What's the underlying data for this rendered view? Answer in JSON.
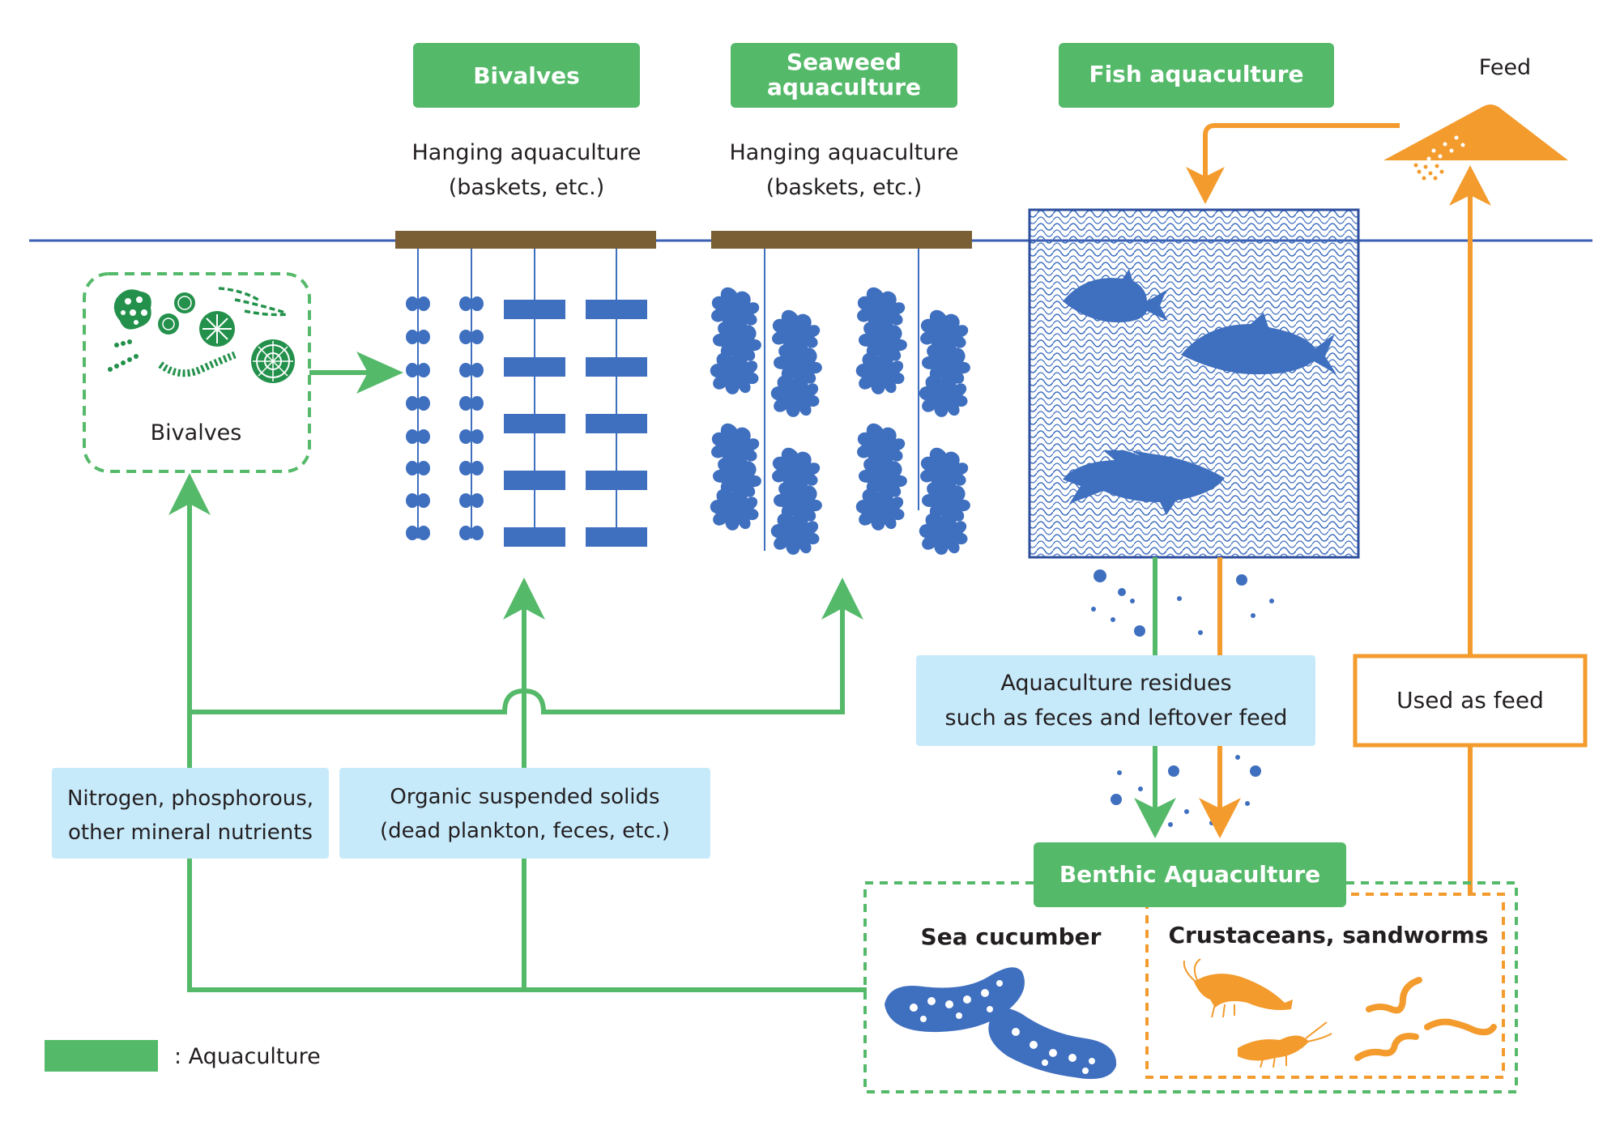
{
  "colors": {
    "green": "#55b96a",
    "dark_green": "#23914b",
    "blue": "#3f6fbf",
    "orange": "#f39b2d",
    "light_blue": "#c7eafb",
    "brown": "#7a5f34",
    "line_blue": "#3b5fb2",
    "text": "#231f20"
  },
  "headers": {
    "bivalves": "Bivalves",
    "seaweed_line1": "Seaweed",
    "seaweed_line2": "aquaculture",
    "fish": "Fish aquaculture",
    "benthic": "Benthic Aquaculture"
  },
  "feed_label": "Feed",
  "hanging_bivalves": {
    "line1": "Hanging aquaculture",
    "line2": "(baskets, etc.)"
  },
  "hanging_seaweed": {
    "line1": "Hanging aquaculture",
    "line2": "(baskets, etc.)"
  },
  "plankton_box_label": "Bivalves",
  "residues": {
    "line1": "Aquaculture residues",
    "line2": "such as feces and leftover feed"
  },
  "used_as_feed": "Used as feed",
  "nutrients": {
    "line1": "Nitrogen, phosphorous,",
    "line2": "other mineral nutrients"
  },
  "organic": {
    "line1": "Organic suspended solids",
    "line2": "(dead plankton, feces, etc.)"
  },
  "sea_cucumber": "Sea cucumber",
  "crustaceans": "Crustaceans, sandworms",
  "legend": {
    "label": ": Aquaculture"
  },
  "icons": [
    "plankton-icon",
    "mussel-rope-icon",
    "basket-icon",
    "seaweed-icon",
    "fish-net-icon",
    "fish-icon",
    "feed-pile-icon",
    "sea-cucumber-icon",
    "shrimp-icon",
    "sandworm-icon"
  ]
}
